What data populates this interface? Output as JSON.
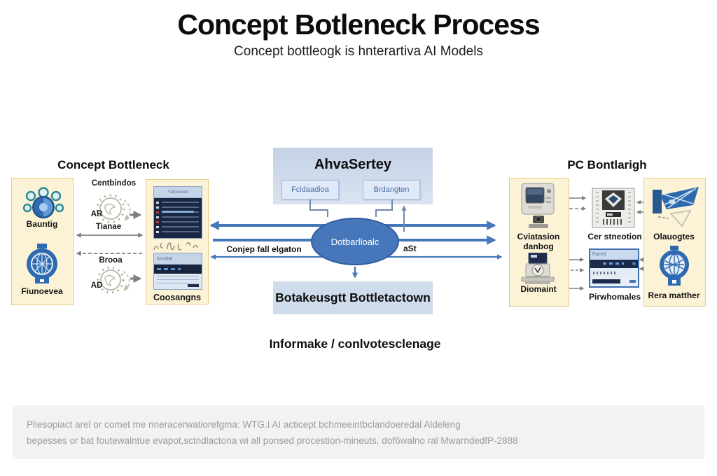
{
  "colors": {
    "accent_blue": "#4577ba",
    "panel_yellow": "#fcf3d7",
    "panel_border": "#e8cb81",
    "light_blue_box": "#cfdceb",
    "navy": "#1b2a4a",
    "arrow_gray": "#7f7f7f",
    "footer_bg": "#f2f2f1",
    "footer_text": "#9b9b9b"
  },
  "title": "Concept Botleneck Process",
  "subtitle": "Concept bottleogk is hnterartiva AI Models",
  "left": {
    "heading": "Concept Bottleneck",
    "panel_items": [
      {
        "icon": "user-group-icon",
        "label": "Bauntig"
      },
      {
        "icon": "globe-badge-icon",
        "label": "Fiunoevea"
      }
    ],
    "flow": {
      "top_label": "Centbindos",
      "gear1_caption": "AR",
      "exchange_label": "Tianae",
      "dashed_label": "Brooa",
      "gear2_caption": "AD"
    },
    "screens": {
      "screen1_header": "Yahvoned",
      "screen2_header": "Icxxdlat",
      "caption": "Coosangns"
    }
  },
  "center": {
    "heading": "AhvaSertey",
    "sub_boxes": [
      {
        "label": "Fcidaadioa"
      },
      {
        "label": "Brdangten"
      }
    ],
    "ellipse_label": "Dotbarlloalc",
    "left_flow_label": "Conjep fall elgaton",
    "right_flow_label": "aSt",
    "output_box_label": "Botakeusgtt Bottletactown",
    "caption": "Informake / conlvotesclenage"
  },
  "right": {
    "heading": "PC Bontlarigh",
    "col1": [
      {
        "icon": "desktop-computer-icon",
        "label": "Cviatasion danbog"
      },
      {
        "icon": "scale-device-icon",
        "label": "Diomaint"
      }
    ],
    "col2": [
      {
        "icon": "certificate-machine-icon",
        "label": "Cer stneotion"
      },
      {
        "icon": "server-panel-icon",
        "label": "Pirwhomales",
        "mock_header": "Faced"
      }
    ],
    "col3": [
      {
        "icon": "funnel-dish-icon",
        "label": "Olauogtes"
      },
      {
        "icon": "globe-icon",
        "label": "Rera matther"
      }
    ]
  },
  "footer": {
    "line1": "Pliesopiact arel or comet me nneracerwatiorefgma: WTG.I AI acticept bchmeeintbclandoeredal Aldeleng",
    "line2": "bepesses or bat foutewalntue evapot,sctndlactona wi all ponsed procestion-mineuts, dof6walno ral MwarndedfP-2888"
  }
}
